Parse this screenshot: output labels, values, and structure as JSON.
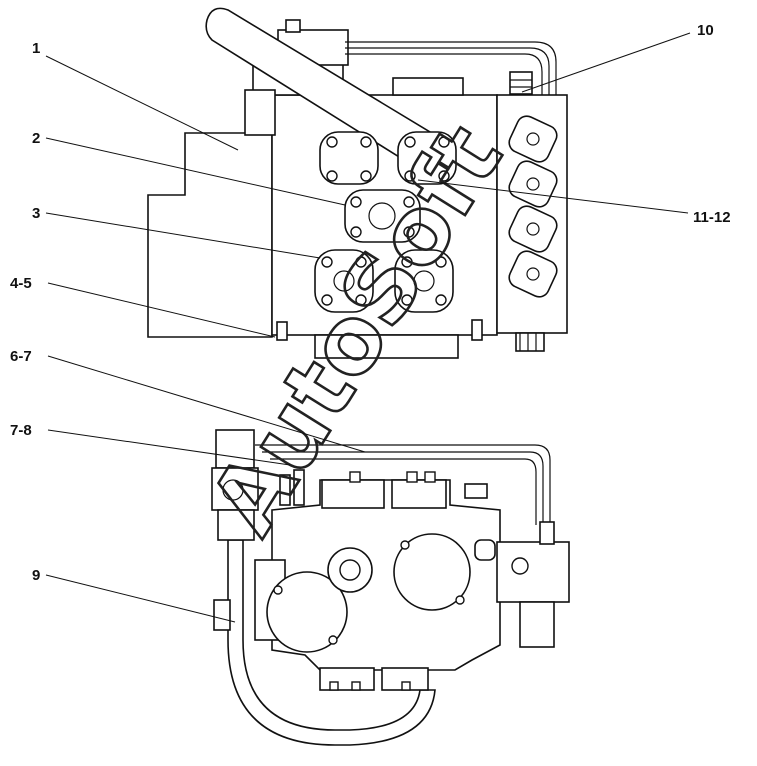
{
  "callouts": [
    {
      "id": "1",
      "label": "1"
    },
    {
      "id": "2",
      "label": "2"
    },
    {
      "id": "3",
      "label": "3"
    },
    {
      "id": "4-5",
      "label": "4-5"
    },
    {
      "id": "6-7",
      "label": "6-7"
    },
    {
      "id": "7-8",
      "label": "7-8"
    },
    {
      "id": "9",
      "label": "9"
    },
    {
      "id": "10",
      "label": "10"
    },
    {
      "id": "11-12",
      "label": "11-12"
    }
  ],
  "watermark": {
    "text": "AutoSoft"
  }
}
